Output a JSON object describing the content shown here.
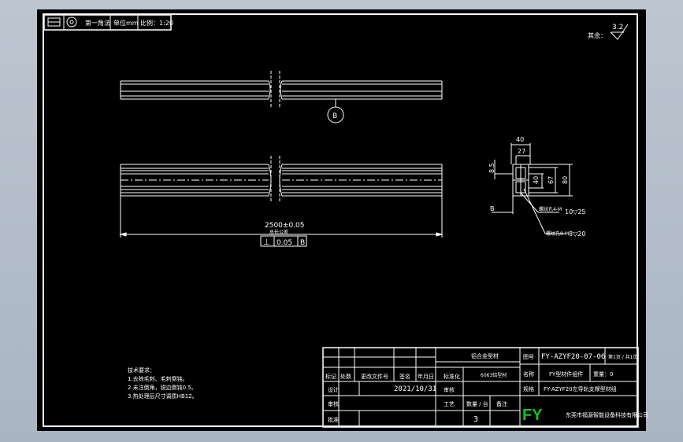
{
  "top_block": {
    "projection": "第一角法",
    "unit": "单位mm",
    "scale": "比例：1:20"
  },
  "roughness": {
    "label": "其余：",
    "value": "3.2"
  },
  "view_label": "B",
  "overall_length": "2500±0.05",
  "overall_length_note": "总长公差",
  "tolerance": {
    "symbol": "⊥",
    "value": "0.05",
    "datum": "B"
  },
  "section": {
    "dim_40_top": "40",
    "dim_27": "27",
    "dim_40_right": "40",
    "dim_67": "67",
    "dim_80": "80",
    "dim_8_5": "8.5",
    "datum": "B",
    "hole1": "螺纹孔4-M",
    "hole1_spec": "10▽25",
    "hole2": "螺纹孔8-M",
    "hole2_spec": "8▽20"
  },
  "tech_notes": [
    "技术要求：",
    "1.去除毛刺、毛刺倒钝。",
    "2.未注倒角，锐边倒钝0.5。",
    "3.热处理后尺寸调质HB12。"
  ],
  "title_block": {
    "material": "铝合金型材",
    "material_sub": "6063铝型材",
    "drawing_no_label": "图号",
    "drawing_no": "FY-AZYF20-07-06",
    "sheet_info": "第1页 / 共1页",
    "name_label": "名称",
    "name": "FY型材件组件",
    "weight": "重量：0",
    "date": "2021/10/31",
    "description_label": "规格",
    "description": "FY-AZYF20左导轨支撑型材组",
    "col_mark": "标记",
    "col_count": "处数",
    "col_change": "更改文件号",
    "col_sign": "签名",
    "col_date": "年月日",
    "designer": "设计",
    "reviewer": "审核",
    "standard": "标准化",
    "process": "工艺",
    "approve": "批准",
    "check": "审核",
    "quantity_label": "数量 / 台",
    "quantity": "3",
    "remark": "备注",
    "logo": "FY",
    "company": "东莞市福源智能设备科技有限公司"
  }
}
